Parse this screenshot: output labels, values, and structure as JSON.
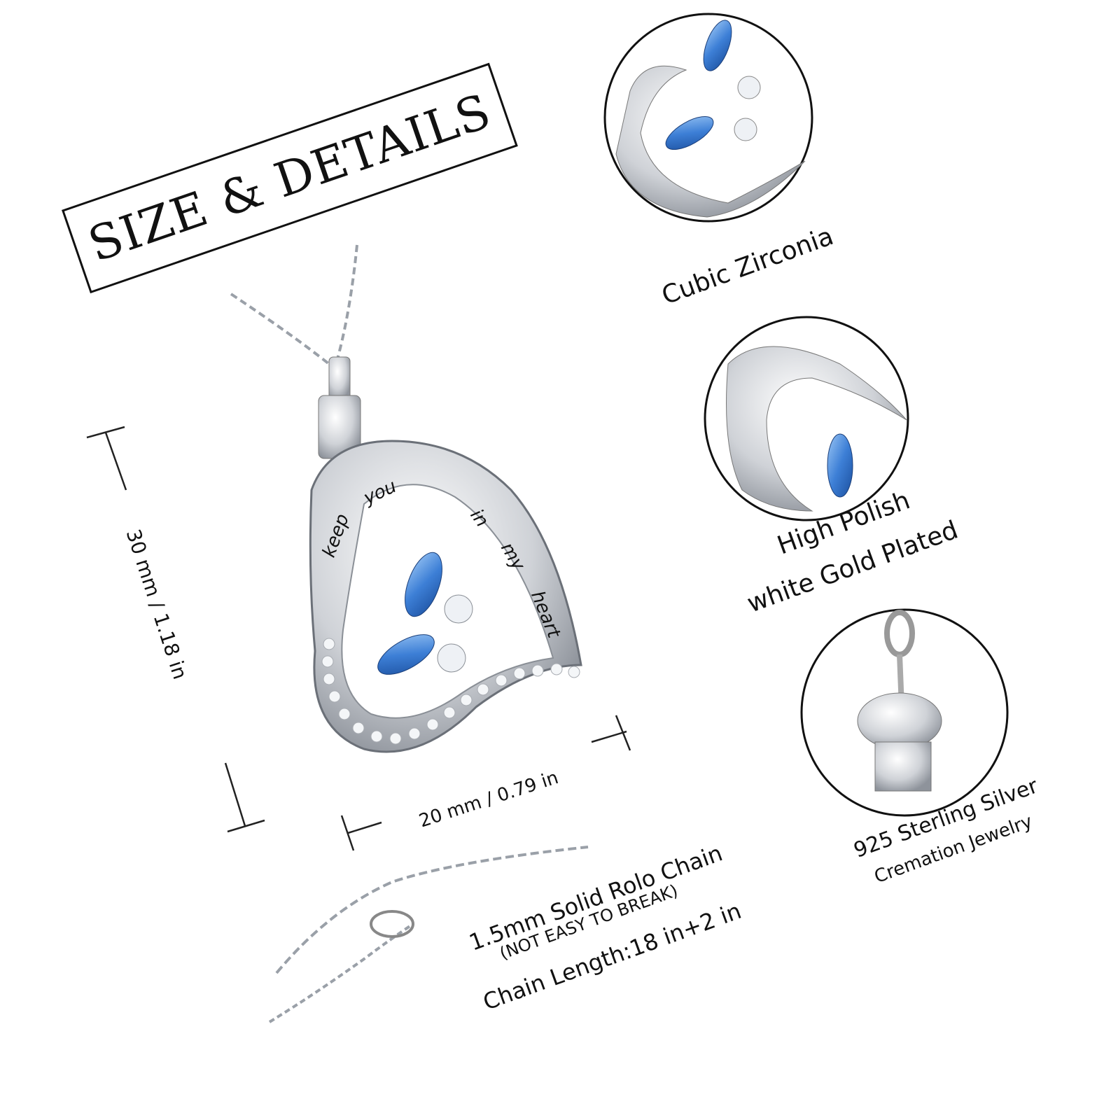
{
  "title": "SIZE & DETAILS",
  "dimensions": {
    "height": "30 mm / 1.18 in",
    "width": "20 mm / 0.79 in"
  },
  "engraving": {
    "word1": "keep",
    "word2": "you",
    "word3": "in",
    "word4": "my",
    "word5": "heart"
  },
  "features": {
    "stones": "Cubic Zirconia",
    "finish_line1": "High Polish",
    "finish_line2": "white Gold Plated",
    "material_line1": "925 Sterling Silver",
    "material_line2": "Cremation Jewelry"
  },
  "chain": {
    "line1": "1.5mm Solid Rolo Chain",
    "line2": "(NOT EASY TO BREAK)",
    "line3": "Chain Length:18 in+2 in"
  },
  "colors": {
    "stone_blue": "#3d7fd6",
    "silver": "#c9ccd1",
    "ink": "#111111"
  }
}
